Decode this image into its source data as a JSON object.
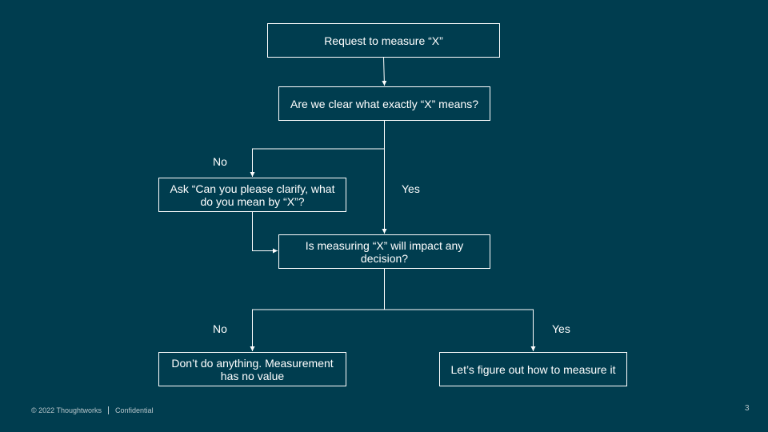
{
  "nodes": {
    "request": "Request to measure “X”",
    "clear": "Are we clear what exactly “X” means?",
    "ask": "Ask “Can you please clarify, what do you mean by “X”?",
    "impact": "Is measuring “X” will impact any decision?",
    "nothing": "Don’t do anything. Measurement has no value",
    "figure": "Let’s figure out how to measure it"
  },
  "edge_labels": {
    "clear_no": "No",
    "clear_yes": "Yes",
    "impact_no": "No",
    "impact_yes": "Yes"
  },
  "footer": {
    "copyright": "© 2022 Thoughtworks",
    "confidential": "Confidential"
  },
  "page_number": "3"
}
